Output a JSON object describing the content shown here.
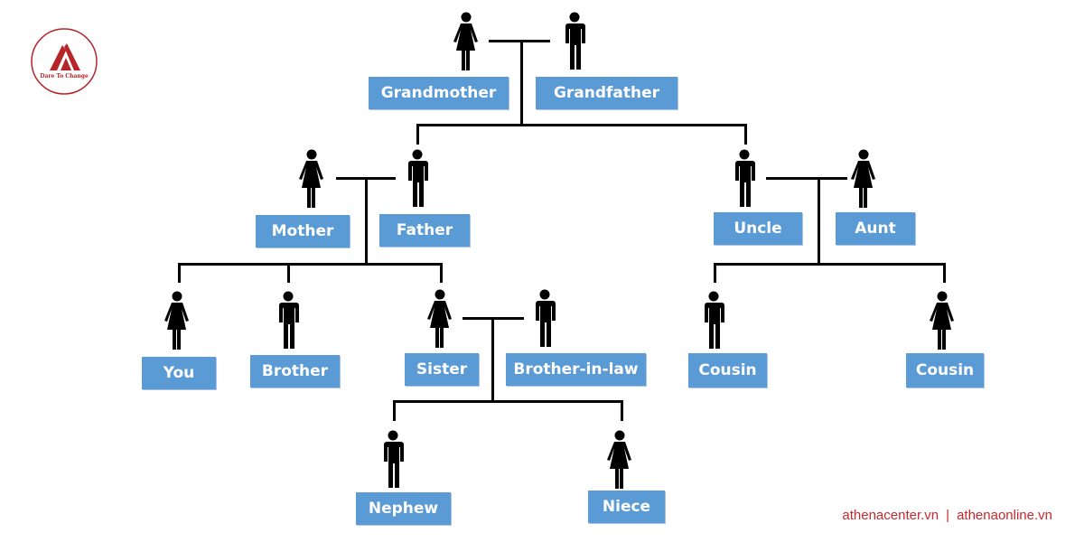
{
  "logo": {
    "text": "Dare To Change",
    "color": "#b5252a"
  },
  "box_color": "#5b9bd5",
  "nodes": {
    "grandmother": {
      "label": "Grandmother",
      "gender": "female"
    },
    "grandfather": {
      "label": "Grandfather",
      "gender": "male"
    },
    "mother": {
      "label": "Mother",
      "gender": "female"
    },
    "father": {
      "label": "Father",
      "gender": "male"
    },
    "uncle": {
      "label": "Uncle",
      "gender": "male"
    },
    "aunt": {
      "label": "Aunt",
      "gender": "female"
    },
    "you": {
      "label": "You",
      "gender": "female"
    },
    "brother": {
      "label": "Brother",
      "gender": "male"
    },
    "sister": {
      "label": "Sister",
      "gender": "female"
    },
    "brother_in_law": {
      "label": "Brother-in-law",
      "gender": "male"
    },
    "cousin1": {
      "label": "Cousin",
      "gender": "male"
    },
    "cousin2": {
      "label": "Cousin",
      "gender": "female"
    },
    "nephew": {
      "label": "Nephew",
      "gender": "male"
    },
    "niece": {
      "label": "Niece",
      "gender": "female"
    }
  },
  "footer": {
    "site1": "athenacenter.vn",
    "separator": "|",
    "site2": "athenaonline.vn"
  }
}
